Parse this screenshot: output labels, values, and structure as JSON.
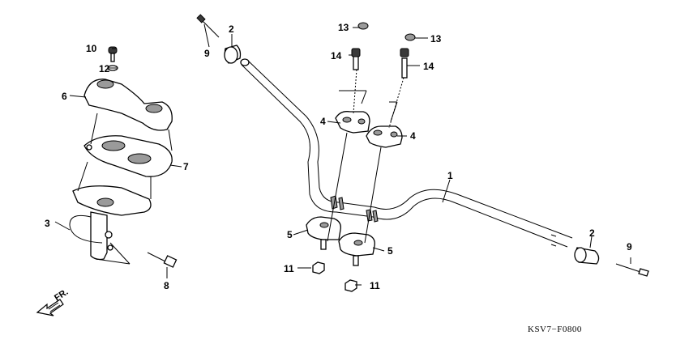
{
  "callouts": {
    "n1": "1",
    "n2a": "2",
    "n2b": "2",
    "n3": "3",
    "n4a": "4",
    "n4b": "4",
    "n5a": "5",
    "n5b": "5",
    "n6": "6",
    "n7": "7",
    "n8": "8",
    "n9a": "9",
    "n9b": "9",
    "n10": "10",
    "n11a": "11",
    "n11b": "11",
    "n12": "12",
    "n13a": "13",
    "n13b": "13",
    "n14a": "14",
    "n14b": "14"
  },
  "front_indicator": "FR.",
  "diagram_code": "KSV7−F0800"
}
